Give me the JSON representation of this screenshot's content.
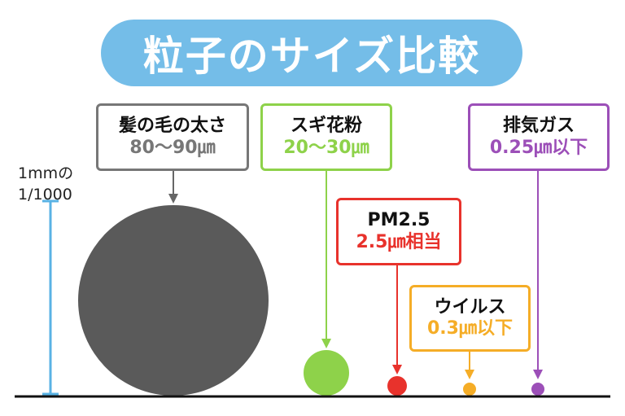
{
  "title": "粒子のサイズ比較",
  "scale": {
    "line1": "1mmの",
    "line2": "1/1000"
  },
  "particles": [
    {
      "label": "髪の毛の太さ",
      "size": "80〜90㎛",
      "color": "#777777"
    },
    {
      "label": "スギ花粉",
      "size": "20〜30㎛",
      "color": "#8ed24a"
    },
    {
      "label": "PM2.5",
      "size": "2.5㎛相当",
      "color": "#e8322c"
    },
    {
      "label": "ウイルス",
      "size": "0.3㎛以下",
      "color": "#f5ad27"
    },
    {
      "label": "排気ガス",
      "size": "0.25㎛以下",
      "color": "#9c4fb8"
    }
  ],
  "colors": {
    "title_bg": "#74bde8",
    "hair_circle": "#5a5a5a",
    "scale_bar": "#59b2e4",
    "baseline": "#111111"
  }
}
